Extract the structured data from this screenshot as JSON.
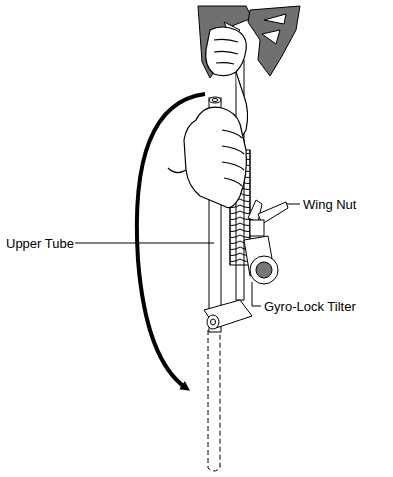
{
  "diagram": {
    "labels": [
      "Upper Tube",
      "Wing Nut",
      "Gyro-Lock Tilter"
    ]
  }
}
